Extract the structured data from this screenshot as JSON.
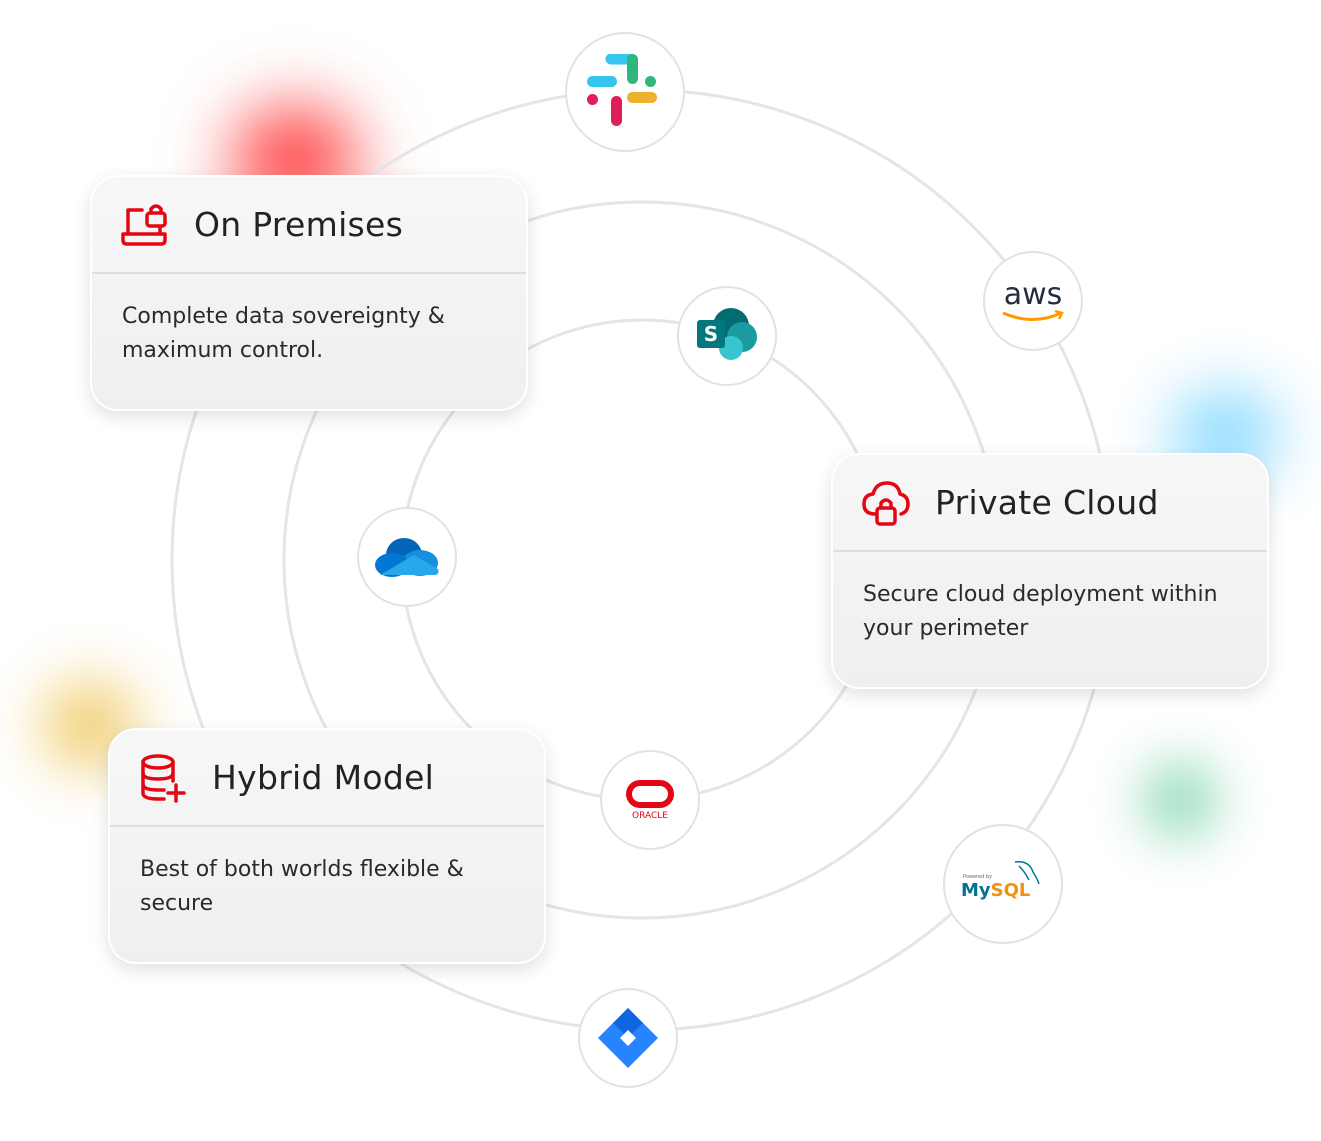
{
  "cards": [
    {
      "title": "On Premises",
      "description": "Complete data sovereignty & maximum control.",
      "icon": "laptop-lock-icon"
    },
    {
      "title": "Private Cloud",
      "description": "Secure cloud deployment within your perimeter",
      "icon": "cloud-lock-icon"
    },
    {
      "title": "Hybrid Model",
      "description": "Best of both worlds flexible & secure",
      "icon": "database-plus-icon"
    }
  ],
  "logos": {
    "aws": "aws",
    "oracle": "ORACLE",
    "mysql_powered": "Powered by",
    "mysql_my": "My",
    "mysql_sql": "SQL",
    "sharepoint": "S"
  },
  "colors": {
    "accent": "#e30613",
    "ring": "#e4e4ea"
  }
}
